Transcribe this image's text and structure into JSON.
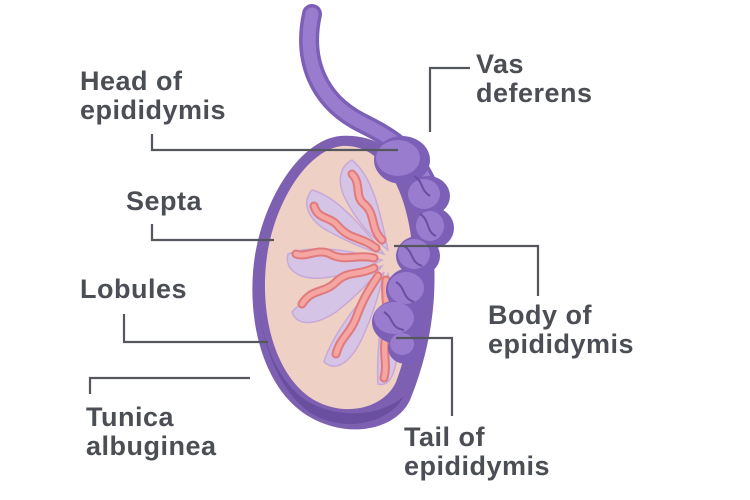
{
  "labels": {
    "head_of_epididymis": [
      "Head of",
      "epididymis"
    ],
    "septa": [
      "Septa"
    ],
    "lobules": [
      "Lobules"
    ],
    "tunica_albuginea": [
      "Tunica",
      "albuginea"
    ],
    "vas_deferens": [
      "Vas",
      "deferens"
    ],
    "body_of_epididymis": [
      "Body of",
      "epididymis"
    ],
    "tail_of_epididymis": [
      "Tail of",
      "epididymis"
    ]
  },
  "colors": {
    "label_text": "#4b4f55",
    "leader_line": "#54585e",
    "capsule_outer": "#7e60b3",
    "capsule_dark": "#6a4ea0",
    "tunica_fill": "#efd0c5",
    "lobule_fill": "#d6c4e6",
    "tubule_fill": "#f5a6a2",
    "tubule_outline": "#e07a7c",
    "epididymis": "#9a7ccf",
    "epididymis_dark": "#7c5fb6"
  }
}
